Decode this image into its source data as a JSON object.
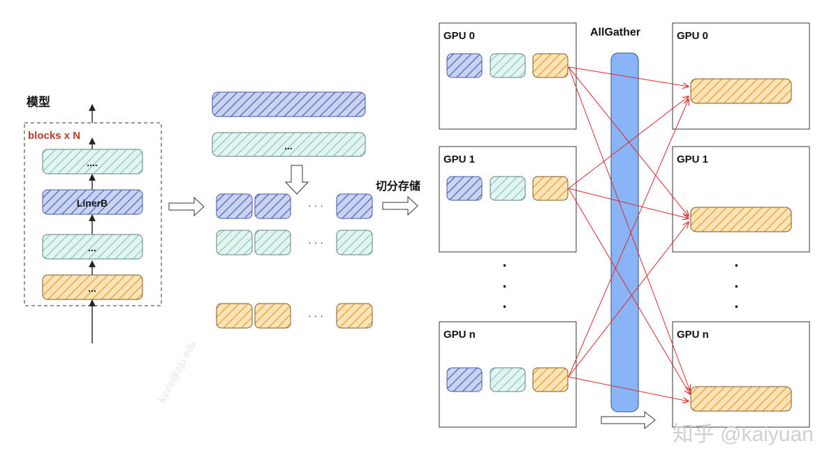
{
  "model": {
    "title": "模型",
    "blocks_label": "blocks x N",
    "layers": [
      {
        "label": "....",
        "color": "teal"
      },
      {
        "label": "LinerB",
        "color": "blue"
      },
      {
        "label": "...",
        "color": "teal"
      },
      {
        "label": "...",
        "color": "orange"
      }
    ]
  },
  "middle": {
    "wide_bars": [
      {
        "label": "",
        "color": "blue"
      },
      {
        "label": "...",
        "color": "teal"
      }
    ],
    "ellipsis": "· · ·"
  },
  "split_label": "切分存储",
  "allgather_label": "AllGather",
  "gpus_left": [
    "GPU 0",
    "GPU 1",
    "GPU n"
  ],
  "gpus_right": [
    "GPU 0",
    "GPU 1",
    "GPU n"
  ],
  "vdots": "·",
  "watermark": {
    "diagonal": "kyvie@zju.edu",
    "brand": "知乎 @kaiyuan"
  },
  "colors": {
    "blue": {
      "fill": "#c9d3f2",
      "stroke": "#4755a8",
      "hatch": "#6673c8"
    },
    "teal": {
      "fill": "#e4f5f1",
      "stroke": "#5e7f86",
      "hatch": "#93d0c4"
    },
    "orange": {
      "fill": "#fce3b8",
      "stroke": "#7a5a28",
      "hatch": "#f2a53c"
    },
    "red_arrow": "#e0282a",
    "allgather_bar": "#8ab4f8",
    "blocks_label": "#c0392b"
  }
}
